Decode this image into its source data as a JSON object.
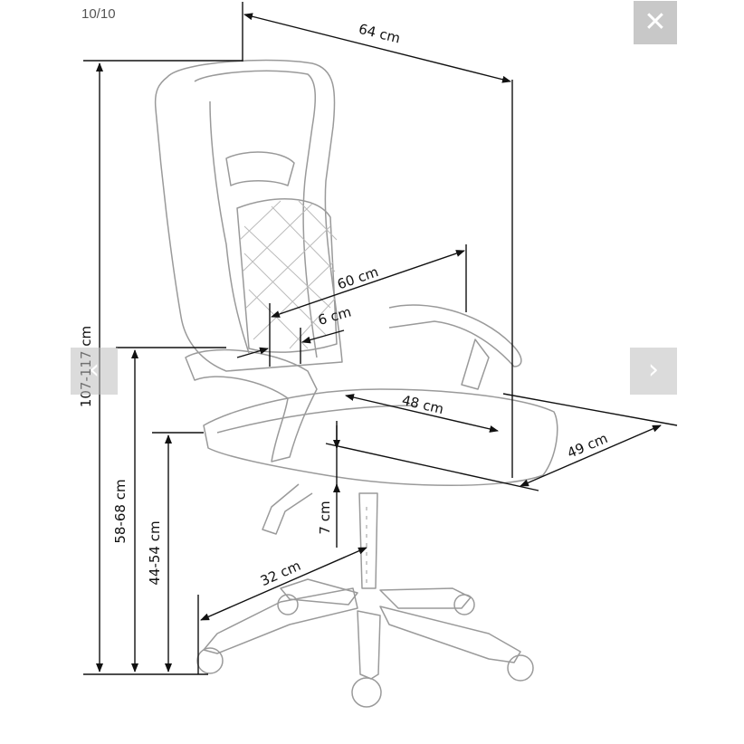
{
  "viewer": {
    "counter": "10/10",
    "close_glyph": "✕",
    "prev_glyph": "‹",
    "next_glyph": "›"
  },
  "dimensions": {
    "width_top": "64 cm",
    "height_total": "107-117 cm",
    "backrest_width": "60 cm",
    "backrest_offset": "6 cm",
    "seat_width": "48 cm",
    "seat_depth": "49 cm",
    "armrest_height": "58-68 cm",
    "seat_height": "44-54 cm",
    "seat_thickness": "7 cm",
    "base_radius": "32 cm"
  }
}
